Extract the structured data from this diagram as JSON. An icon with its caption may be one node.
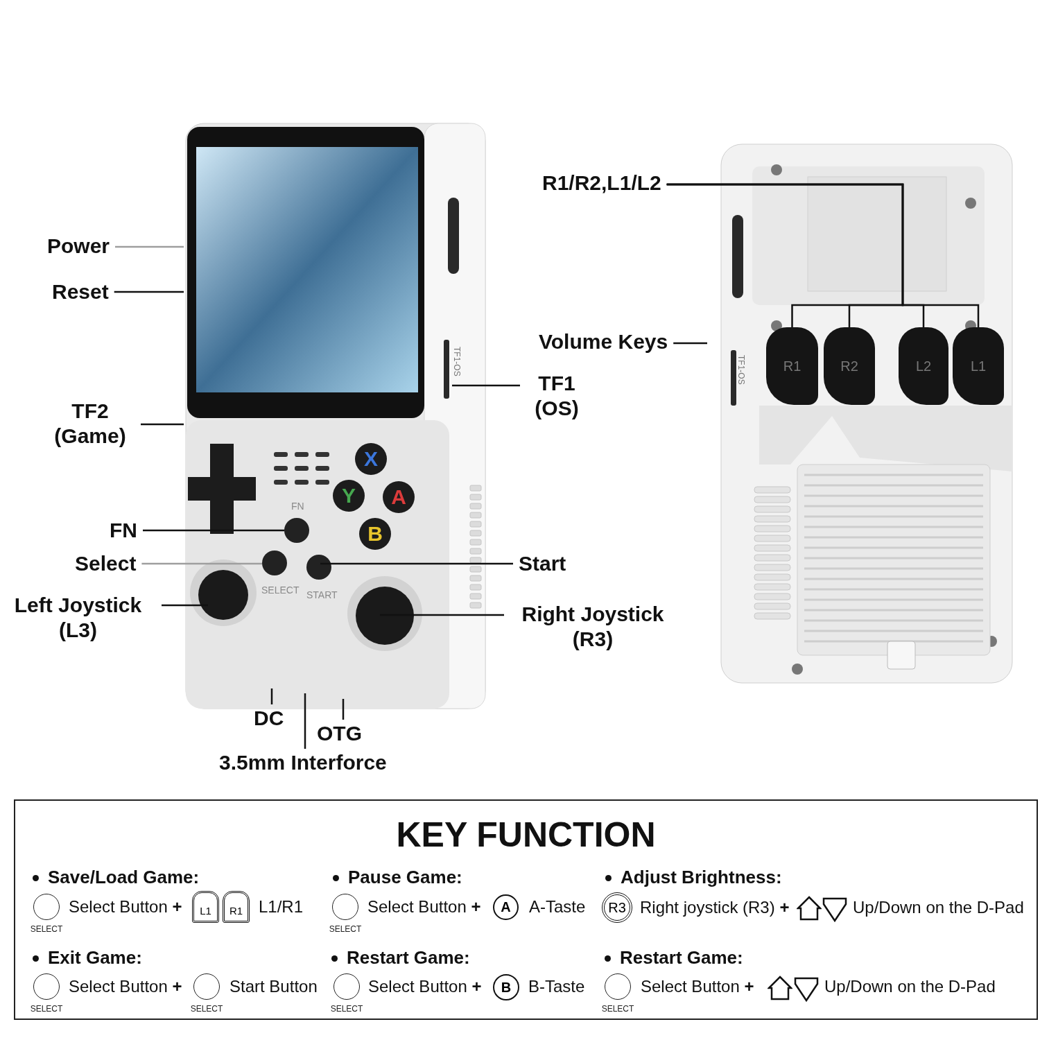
{
  "diagram": {
    "nodes": [
      {
        "text": [
          "Power"
        ]
      },
      {
        "text": [
          "Reset"
        ]
      },
      {
        "text": [
          "TF2 (Game)"
        ]
      },
      {
        "text": [
          "FN"
        ]
      },
      {
        "text": [
          "Select"
        ]
      },
      {
        "text": [
          "Left Joystick (L3)"
        ]
      },
      {
        "text": [
          "DC"
        ]
      },
      {
        "text": [
          "3.5mm Interforce"
        ]
      },
      {
        "text": [
          "OTG"
        ]
      },
      {
        "text": [
          "TF1 (OS)"
        ]
      },
      {
        "text": [
          "Start"
        ]
      },
      {
        "text": [
          "Right Joystick (R3)"
        ]
      },
      {
        "text": [
          "R1/R2,L1/L2"
        ]
      },
      {
        "text": [
          "Volume Keys"
        ]
      },
      {
        "text": [
          "X"
        ]
      },
      {
        "text": [
          "Y"
        ]
      },
      {
        "text": [
          "A"
        ]
      },
      {
        "text": [
          "B"
        ]
      },
      {
        "text": [
          "R1"
        ]
      },
      {
        "text": [
          "R2"
        ]
      },
      {
        "text": [
          "L2"
        ]
      },
      {
        "text": [
          "L1"
        ]
      },
      {
        "text": [
          "KEY FUNCTION"
        ]
      },
      {
        "text": [],
        "shape": "circle",
        "beside": [
          "SELECT"
        ],
        "in": 22
      },
      {
        "text": [
          "L1"
        ],
        "in": 22
      },
      {
        "text": [
          "R1"
        ],
        "in": 22
      },
      {
        "text": [],
        "shape": "circle",
        "beside": [
          "SELECT"
        ],
        "in": 22
      },
      {
        "text": [
          "A"
        ],
        "in": 22
      },
      {
        "text": [
          "R3"
        ],
        "in": 22
      },
      {
        "text": [],
        "shape": "circle",
        "beside": [
          "SELECT"
        ],
        "in": 22
      },
      {
        "text": [],
        "shape": "circle",
        "beside": [
          "SELECT"
        ],
        "in": 22
      },
      {
        "text": [],
        "shape": "circle",
        "beside": [
          "SELECT"
        ],
        "in": 22
      },
      {
        "text": [
          "B"
        ],
        "in": 22
      },
      {
        "text": [],
        "shape": "circle",
        "beside": [
          "SELECT"
        ],
        "in": 22
      }
    ],
    "edges": [
      {
        "from": 0,
        "to": null,
        "arrow": "none",
        "color": "#9e9e9e"
      },
      {
        "from": 1,
        "to": null,
        "arrow": "none"
      },
      {
        "from": 2,
        "to": null,
        "arrow": "none"
      },
      {
        "from": 3,
        "to": null,
        "arrow": "none"
      },
      {
        "from": 4,
        "to": null,
        "arrow": "none",
        "color": "#9e9e9e"
      },
      {
        "from": 5,
        "to": null,
        "arrow": "none"
      },
      {
        "from": 6,
        "to": null,
        "arrow": "none"
      },
      {
        "from": 7,
        "to": null,
        "arrow": "none"
      },
      {
        "from": 8,
        "to": null,
        "arrow": "none"
      },
      {
        "from": 9,
        "to": null,
        "arrow": "none"
      },
      {
        "from": 10,
        "to": null,
        "arrow": "none"
      },
      {
        "from": 11,
        "to": null,
        "arrow": "none"
      },
      {
        "from": 13,
        "to": null,
        "arrow": "none"
      },
      {
        "from": 12,
        "to": 18,
        "arrow": "none"
      },
      {
        "from": 12,
        "to": 19,
        "arrow": "none"
      },
      {
        "from": 12,
        "to": 20,
        "arrow": "none"
      },
      {
        "from": 12,
        "to": 21,
        "arrow": "none"
      }
    ],
    "labels": [
      "FN",
      "SELECT",
      "START",
      "TF1-OS",
      "TF1-OS",
      "Save/Load Game:",
      "Select Button **+**",
      "L1/R1",
      "Pause Game:",
      "Select Button **+**",
      "A-Taste",
      "Adjust Brightness:",
      "Right joystick (R3) **+**",
      "Up/Down on the D-Pad",
      "Exit Game:",
      "Select Button **+**",
      "Start Button",
      "Restart Game:",
      "Select Button **+**",
      "B-Taste",
      "Restart Game:",
      "Select Button **+**",
      "Up/Down on the D-Pad"
    ]
  }
}
